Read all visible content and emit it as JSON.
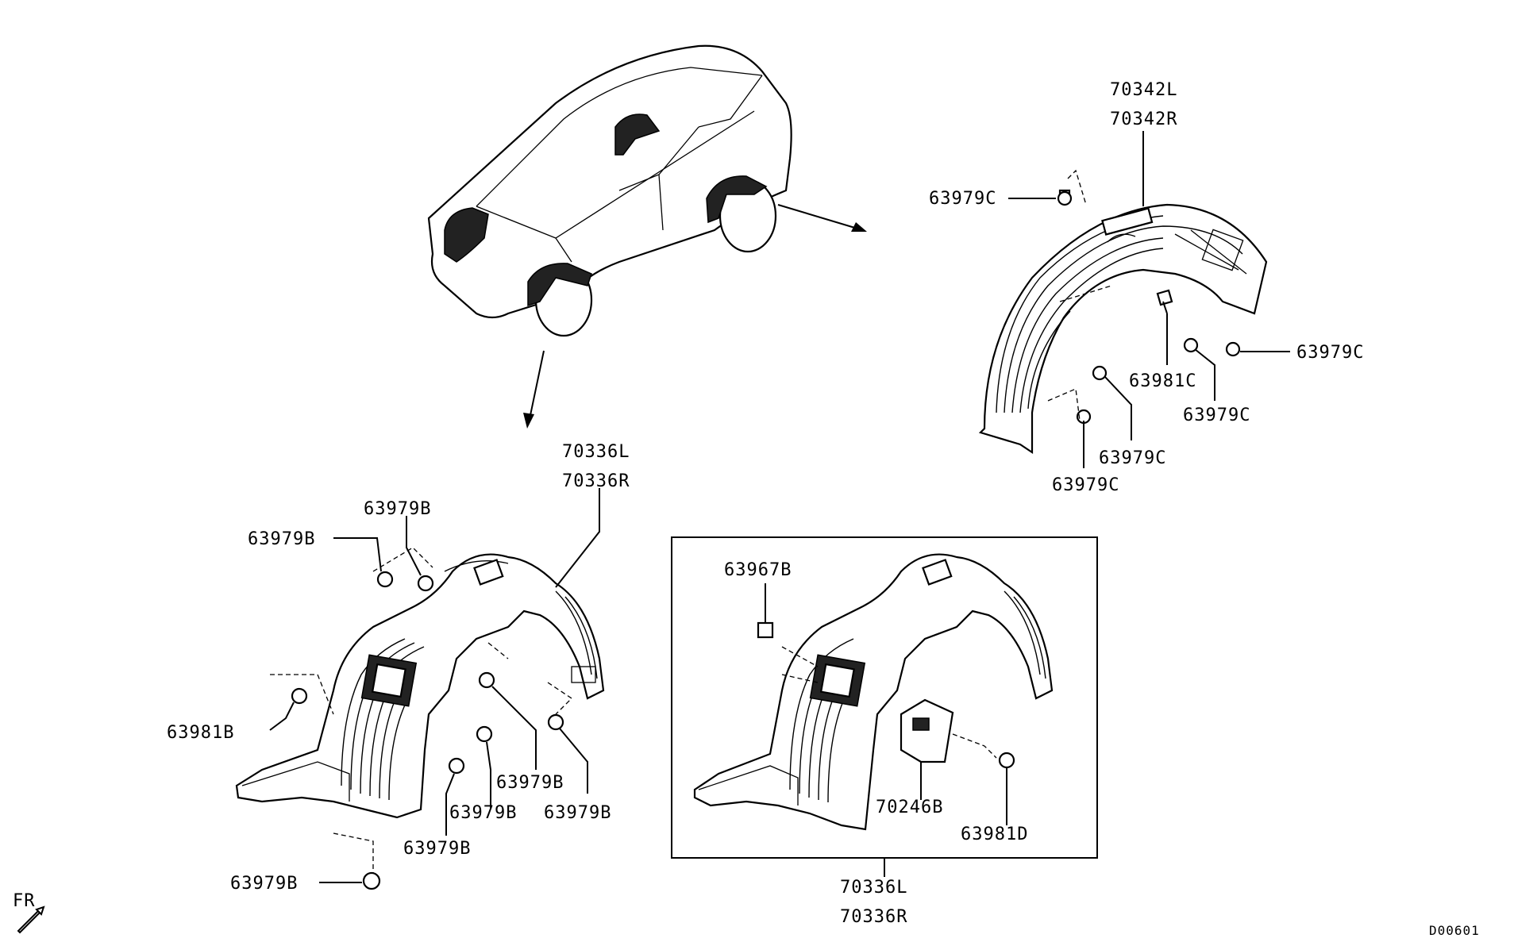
{
  "labels": {
    "rear_liner_top": "70342L",
    "rear_liner_bottom": "70342R",
    "rear_clip_top": "63979C",
    "rear_bolt": "63981C",
    "rear_clip_right": "63979C",
    "rear_clip_mid": "63979C",
    "rear_clip_lower": "63979C",
    "rear_clip_bottom": "63979C",
    "front_liner_top": "70336L",
    "front_liner_bottom": "70336R",
    "front_clip_a": "63979B",
    "front_clip_b": "63979B",
    "front_bolt": "63981B",
    "front_clip_c": "63979B",
    "front_clip_d": "63979B",
    "front_clip_e": "63979B",
    "front_clip_f": "63979B",
    "inset_nut": "63967B",
    "inset_bracket": "70246B",
    "inset_bolt": "63981D",
    "inset_liner_top": "70336L",
    "inset_liner_bottom": "70336R",
    "direction": "FR",
    "diagram_id": "D00601"
  },
  "icons": [
    "front-direction-arrow-icon"
  ]
}
